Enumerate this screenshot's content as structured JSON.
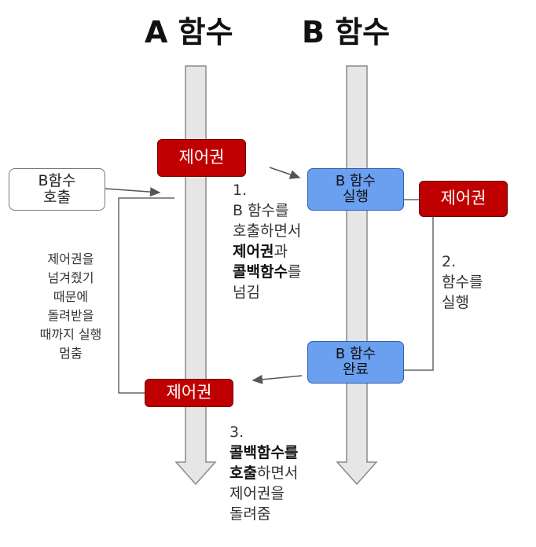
{
  "titles": {
    "a": "A 함수",
    "b": "B 함수"
  },
  "boxes": {
    "control_a_top": "제어권",
    "b_start": [
      "B 함수",
      "실행"
    ],
    "control_b": "제어권",
    "b_done": [
      "B 함수",
      "완료"
    ],
    "control_a_bottom": "제어권",
    "call_b": [
      "B함수",
      "호출"
    ]
  },
  "step1": {
    "num": "1.",
    "line1": "B 함수를",
    "line2": "호출하면서",
    "bold1": "제어권",
    "after1": "과",
    "bold2": "콜백함수",
    "after2": "를",
    "line5": "넘김"
  },
  "step2": {
    "num": "2.",
    "line1": "함수를",
    "line2": "실행"
  },
  "step3": {
    "num": "3.",
    "bold1": "콜백함수를",
    "bold2": "호출",
    "after2": "하면서",
    "line3": "제어권을",
    "line4": "돌려줌"
  },
  "note_lines": [
    "제어권을",
    "넘겨줬기",
    "때문에",
    "돌려받을",
    "때까지 실행",
    "멈춤"
  ]
}
